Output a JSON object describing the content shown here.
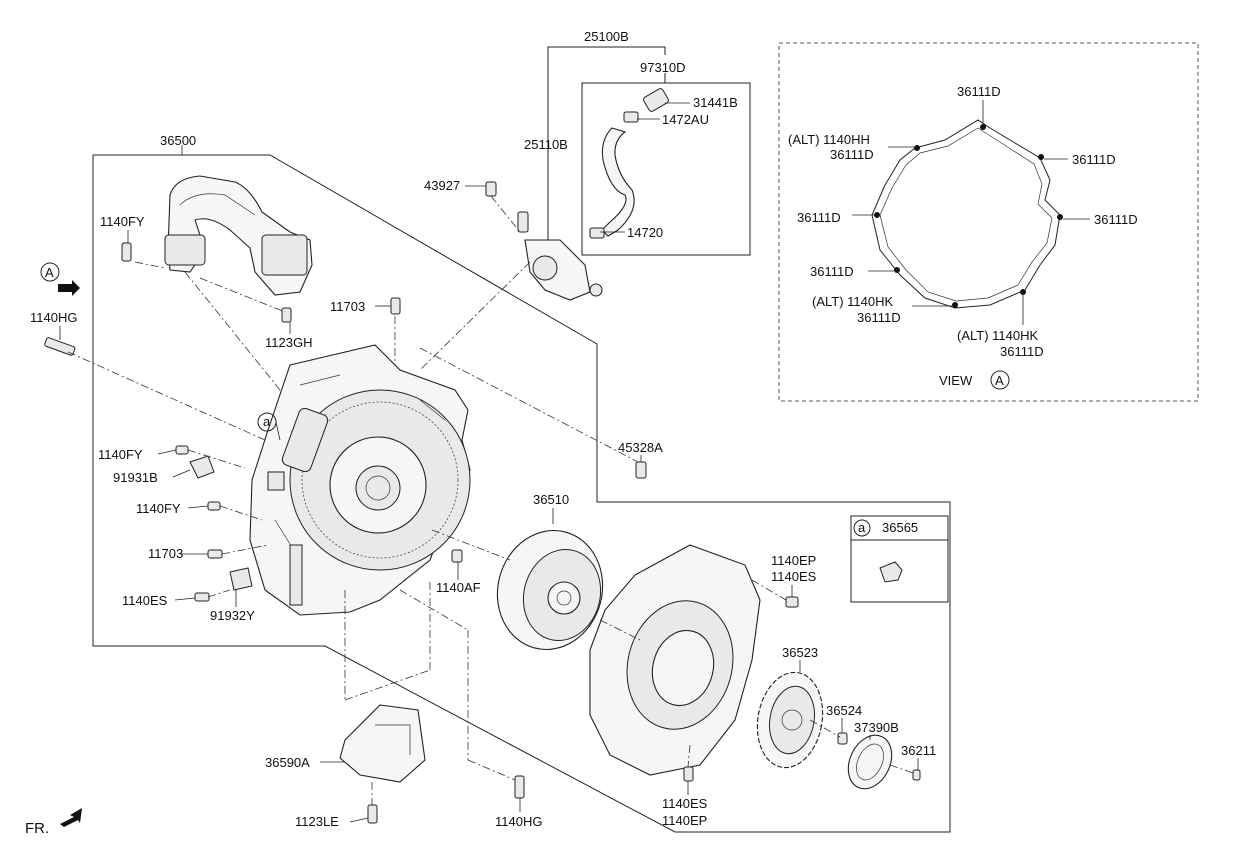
{
  "labels": {
    "p25100B": "25100B",
    "p97310D": "97310D",
    "p31441B": "31441B",
    "p1472AU": "1472AU",
    "p25110B": "25110B",
    "p14720": "14720",
    "p43927": "43927",
    "p36500": "36500",
    "p1140FY_top": "1140FY",
    "a_marker_left": "A",
    "p1140HG_left": "1140HG",
    "p11703_top": "11703",
    "p1123GH": "1123GH",
    "callout_a": "a",
    "p1140FY_mid": "1140FY",
    "p91931B": "91931B",
    "p45328A": "45328A",
    "p1140FY_low": "1140FY",
    "p36510": "36510",
    "p11703_low": "11703",
    "p1140AF": "1140AF",
    "p1140ES_left": "1140ES",
    "p91932Y": "91932Y",
    "p1140EP_r": "1140EP",
    "p1140ES_r": "1140ES",
    "p36523": "36523",
    "p36524": "36524",
    "p37390B": "37390B",
    "p36211": "36211",
    "p36590A": "36590A",
    "p1123LE": "1123LE",
    "p1140HG_bottom": "1140HG",
    "p1140ES_bottom": "1140ES",
    "p1140EP_bottom": "1140EP",
    "fr": "FR."
  },
  "inset_box": {
    "circle_letter": "a",
    "part": "36565"
  },
  "view_panel": {
    "top": "36111D",
    "left1_a": "(ALT) 1140HH",
    "left1_b": "36111D",
    "right1": "36111D",
    "left2": "36111D",
    "right2": "36111D",
    "left3": "36111D",
    "left4_a": "(ALT) 1140HK",
    "left4_b": "36111D",
    "bottom_a": "(ALT) 1140HK",
    "bottom_b": "36111D",
    "view_word": "VIEW",
    "view_letter": "A"
  }
}
